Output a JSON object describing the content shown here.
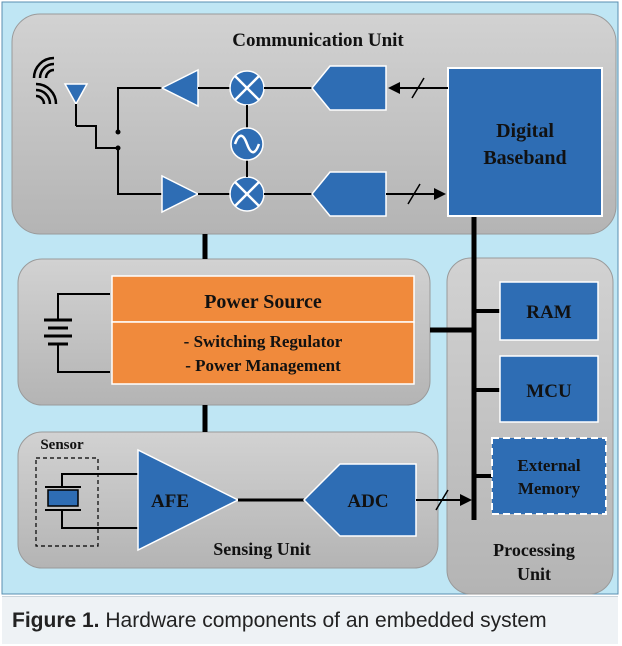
{
  "units": {
    "communication": "Communication Unit",
    "processing_line1": "Processing",
    "processing_line2": "Unit",
    "sensing": "Sensing Unit"
  },
  "blocks": {
    "baseband_line1": "Digital",
    "baseband_line2": "Baseband",
    "power_title": "Power Source",
    "power_item1": "- Switching Regulator",
    "power_item2": "- Power Management",
    "ram": "RAM",
    "mcu": "MCU",
    "ext_mem_line1": "External",
    "ext_mem_line2": "Memory",
    "afe": "AFE",
    "adc": "ADC",
    "sensor": "Sensor"
  },
  "caption": {
    "label": "Figure 1.",
    "text": " Hardware components of an embedded system"
  },
  "colors": {
    "background": "#bfe6f4",
    "unit_panel": "#c2c2c2",
    "block_blue": "#2e6db4",
    "block_orange": "#f08a3c"
  }
}
